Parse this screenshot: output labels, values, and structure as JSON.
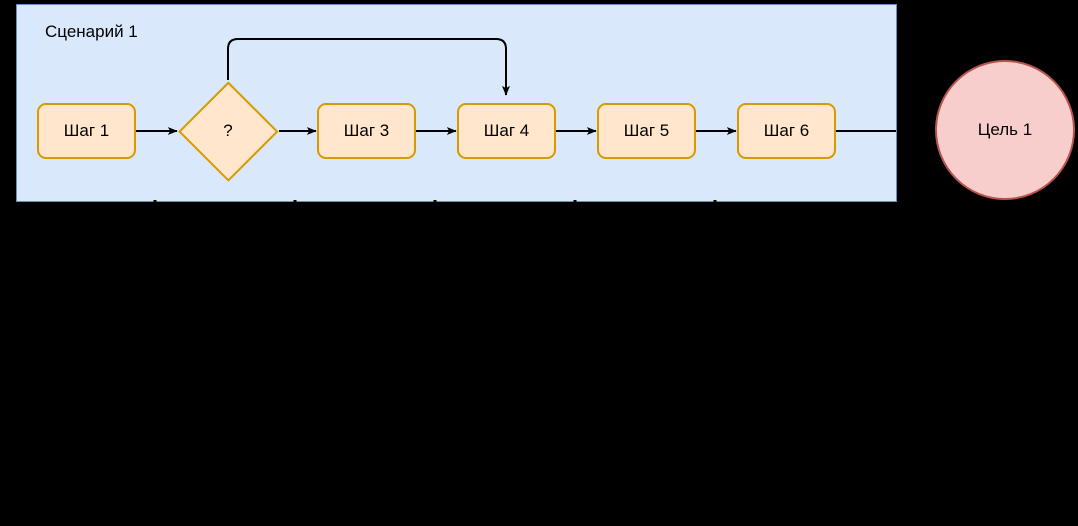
{
  "diagram": {
    "type": "flowchart",
    "title": "Сценарий 1",
    "scenario": {
      "label": "Сценарий 1",
      "fill_color": "#dae8fc",
      "border_color": "#6c8ebf"
    },
    "node_style": {
      "fill_color": "#ffe6cc",
      "border_color": "#d79b00"
    },
    "goal_style": {
      "fill_color": "#f8cecc",
      "border_color": "#b85450"
    },
    "nodes": [
      {
        "id": "step1",
        "label": "Шаг 1",
        "shape": "rounded-rect"
      },
      {
        "id": "decision",
        "label": "?",
        "shape": "diamond"
      },
      {
        "id": "step3",
        "label": "Шаг 3",
        "shape": "rounded-rect"
      },
      {
        "id": "step4",
        "label": "Шаг 4",
        "shape": "rounded-rect"
      },
      {
        "id": "step5",
        "label": "Шаг 5",
        "shape": "rounded-rect"
      },
      {
        "id": "step6",
        "label": "Шаг 6",
        "shape": "rounded-rect"
      },
      {
        "id": "goal1",
        "label": "Цель 1",
        "shape": "circle"
      }
    ],
    "edges": [
      {
        "from": "step1",
        "to": "decision",
        "arrow": true
      },
      {
        "from": "decision",
        "to": "step3",
        "arrow": true
      },
      {
        "from": "step3",
        "to": "step4",
        "arrow": true
      },
      {
        "from": "step4",
        "to": "step5",
        "arrow": true
      },
      {
        "from": "step5",
        "to": "step6",
        "arrow": true
      },
      {
        "from": "decision",
        "to": "step4",
        "arrow": true,
        "routing": "loop-over-top"
      },
      {
        "from": "step6",
        "to": "goal1",
        "arrow": false,
        "routing": "straight"
      }
    ]
  }
}
